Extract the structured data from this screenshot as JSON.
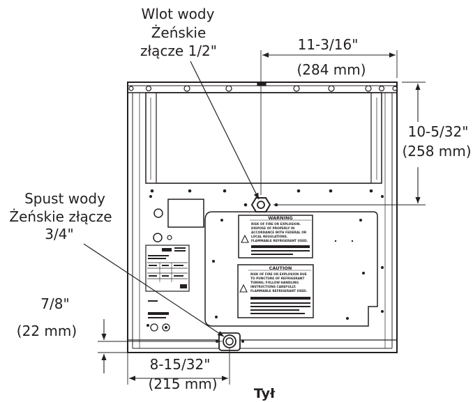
{
  "water_inlet": {
    "line1": "Wlot wody",
    "line2": "Żeńskie",
    "line3": "złącze 1/2\""
  },
  "water_drain": {
    "line1": "Spust wody",
    "line2": "Żeńskie złącze",
    "line3": "3/4\""
  },
  "dim_top_width": {
    "imperial": "11-3/16\"",
    "metric": "(284 mm)"
  },
  "dim_right_height": {
    "imperial": "10-5/32\"",
    "metric": "(258 mm)"
  },
  "dim_bottom_height": {
    "imperial": "7/8\"",
    "metric": "(22 mm)"
  },
  "dim_bottom_width": {
    "imperial": "8-15/32\"",
    "metric": "(215 mm)"
  },
  "caption": "Tył",
  "warning_label": {
    "title": "WARNING",
    "lines": [
      "RISK OF FIRE OR EXPLOSION.",
      "DISPOSE OF PROPERLY IN",
      "ACCORDANCE WITH FEDERAL OR",
      "LOCAL REGULATIONS.",
      "FLAMMABLE REFRIGERANT USED."
    ]
  },
  "caution_label": {
    "title": "CAUTION",
    "lines": [
      "RISK OF FIRE OR EXPLOSION DUE",
      "TO PUNCTURE OF REFRIGERANT",
      "TUBING; FOLLOW HANDLING",
      "INSTRUCTIONS CAREFULLY.",
      "FLAMMABLE REFRIGERANT USED."
    ]
  }
}
